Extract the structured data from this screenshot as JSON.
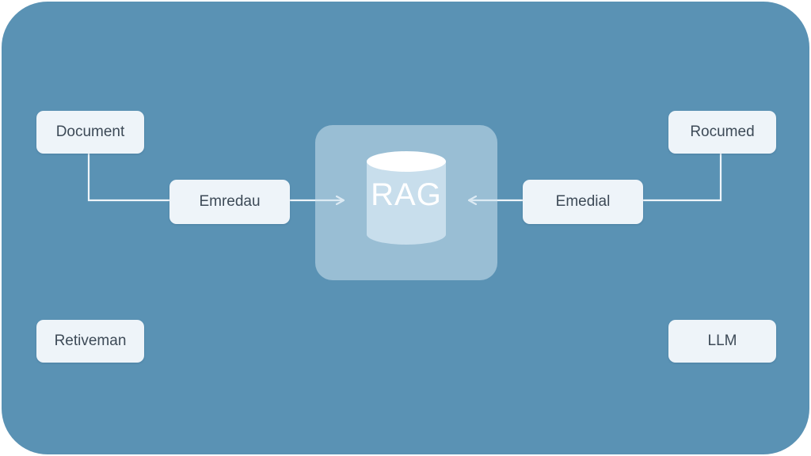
{
  "diagram": {
    "center": {
      "label": "RAG",
      "icon": "database-cylinder-icon"
    },
    "nodes": {
      "document": "Document",
      "emredau": "Emredau",
      "retiveman": "Retiveman",
      "rocumed": "Rocumed",
      "emedial": "Emedial",
      "llm": "LLM"
    },
    "edges": [
      {
        "from": "Document",
        "to": "Emredau"
      },
      {
        "from": "Emredau",
        "to": "RAG"
      },
      {
        "from": "Rocumed",
        "to": "Emedial"
      },
      {
        "from": "Emedial",
        "to": "RAG"
      }
    ]
  },
  "colors": {
    "background": "#5a92b4",
    "node_fill": "#eef4f9",
    "node_text": "#3d4a57",
    "connector": "#eef4f9"
  }
}
